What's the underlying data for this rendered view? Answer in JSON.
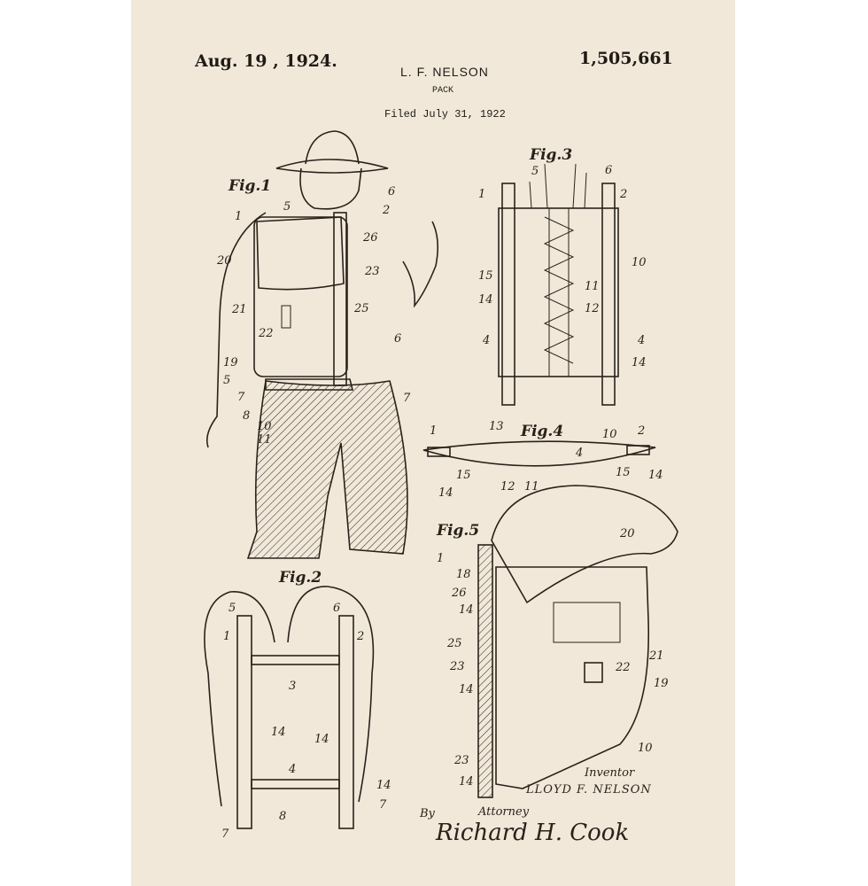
{
  "header": {
    "date": "Aug. 19 , 1924.",
    "patent_number": "1,505,661",
    "inventor_short": "L. F. NELSON",
    "title": "PACK",
    "filed": "Filed July 31, 1922"
  },
  "figures": {
    "fig1": {
      "label": "Fig.1",
      "numerals": [
        "5",
        "1",
        "2",
        "6",
        "26",
        "20",
        "23",
        "21",
        "25",
        "22",
        "6",
        "19",
        "5",
        "7",
        "7",
        "8",
        "10",
        "11"
      ]
    },
    "fig2": {
      "label": "Fig.2",
      "numerals": [
        "5",
        "6",
        "1",
        "2",
        "3",
        "14",
        "14",
        "4",
        "14",
        "8",
        "7",
        "7"
      ]
    },
    "fig3": {
      "label": "Fig.3",
      "numerals": [
        "5",
        "6",
        "1",
        "2",
        "10",
        "15",
        "14",
        "11",
        "12",
        "4",
        "4",
        "14"
      ]
    },
    "fig4": {
      "label": "Fig.4",
      "numerals": [
        "1",
        "13",
        "10",
        "2",
        "4",
        "15",
        "14",
        "12",
        "11",
        "15",
        "14"
      ]
    },
    "fig5": {
      "label": "Fig.5",
      "numerals": [
        "20",
        "1",
        "18",
        "26",
        "14",
        "25",
        "22",
        "21",
        "23",
        "14",
        "19",
        "23",
        "14",
        "10"
      ]
    }
  },
  "signature_block": {
    "inventor_label": "Inventor",
    "inventor_name": "LLOYD F. NELSON",
    "by": "By",
    "attorney_label": "Attorney",
    "attorney_signature": "Richard H. Cook"
  }
}
